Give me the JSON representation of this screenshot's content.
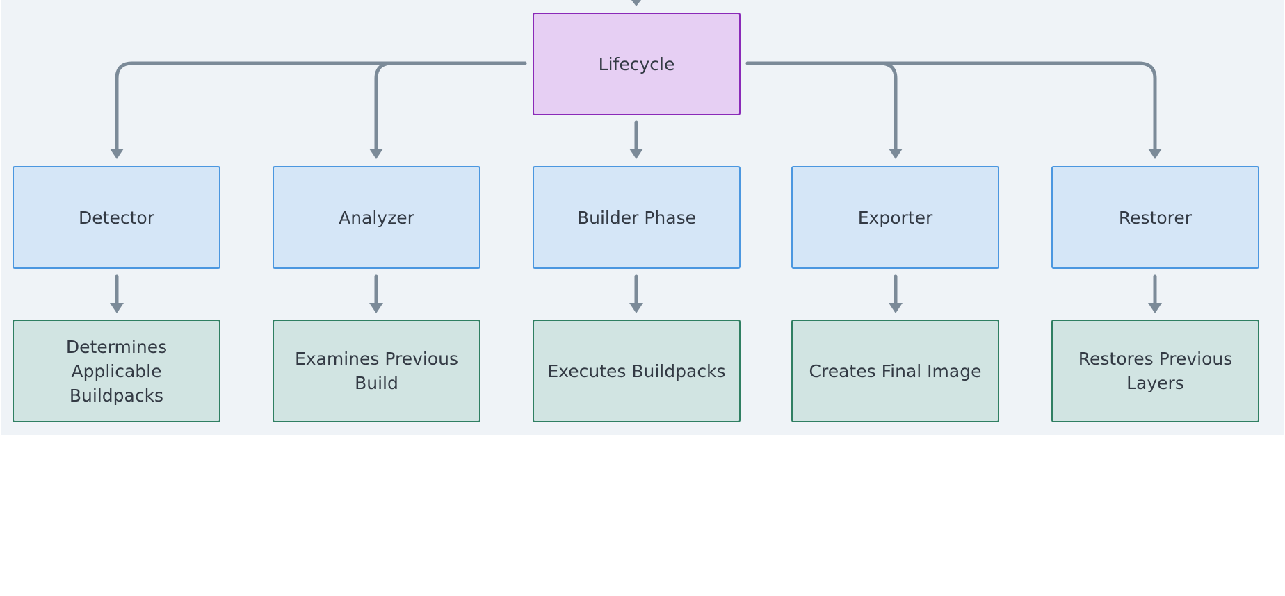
{
  "diagram": {
    "root": {
      "label": "Lifecycle"
    },
    "phases": [
      {
        "label": "Detector",
        "description": "Determines Applicable Buildpacks"
      },
      {
        "label": "Analyzer",
        "description": "Examines Previous Build"
      },
      {
        "label": "Builder Phase",
        "description": "Executes Buildpacks"
      },
      {
        "label": "Exporter",
        "description": "Creates Final Image"
      },
      {
        "label": "Restorer",
        "description": "Restores Previous Layers"
      }
    ]
  },
  "colors": {
    "canvas_background": "#eff3f7",
    "root_fill": "#e6cff3",
    "root_border": "#8a2ab8",
    "phase_fill": "#d5e6f7",
    "phase_border": "#4b97e0",
    "description_fill": "#d1e4e2",
    "description_border": "#2f7f62",
    "edge": "#7b8a98"
  }
}
